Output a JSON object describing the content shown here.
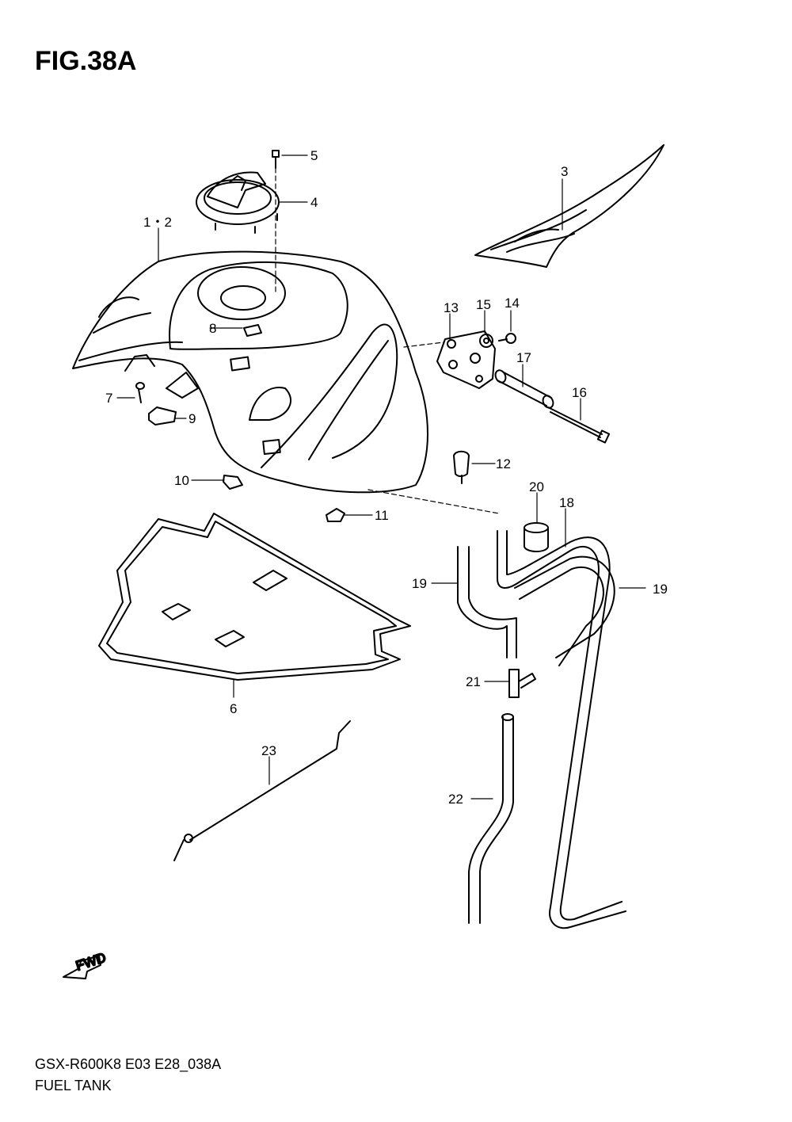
{
  "figure": {
    "title": "FIG.38A"
  },
  "footer": {
    "model_code": "GSX-R600K8 E03 E28_038A",
    "section_name": "FUEL TANK"
  },
  "fwd_label": "FWD",
  "callouts": [
    {
      "id": "c1",
      "text": "1・2"
    },
    {
      "id": "c3",
      "text": "3"
    },
    {
      "id": "c4",
      "text": "4"
    },
    {
      "id": "c5",
      "text": "5"
    },
    {
      "id": "c6",
      "text": "6"
    },
    {
      "id": "c7",
      "text": "7"
    },
    {
      "id": "c8",
      "text": "8"
    },
    {
      "id": "c9",
      "text": "9"
    },
    {
      "id": "c10",
      "text": "10"
    },
    {
      "id": "c11",
      "text": "11"
    },
    {
      "id": "c12",
      "text": "12"
    },
    {
      "id": "c13",
      "text": "13"
    },
    {
      "id": "c14",
      "text": "14"
    },
    {
      "id": "c15",
      "text": "15"
    },
    {
      "id": "c16",
      "text": "16"
    },
    {
      "id": "c17",
      "text": "17"
    },
    {
      "id": "c18",
      "text": "18"
    },
    {
      "id": "c19a",
      "text": "19"
    },
    {
      "id": "c19b",
      "text": "19"
    },
    {
      "id": "c20",
      "text": "20"
    },
    {
      "id": "c21",
      "text": "21"
    },
    {
      "id": "c22",
      "text": "22"
    },
    {
      "id": "c23",
      "text": "23"
    }
  ]
}
